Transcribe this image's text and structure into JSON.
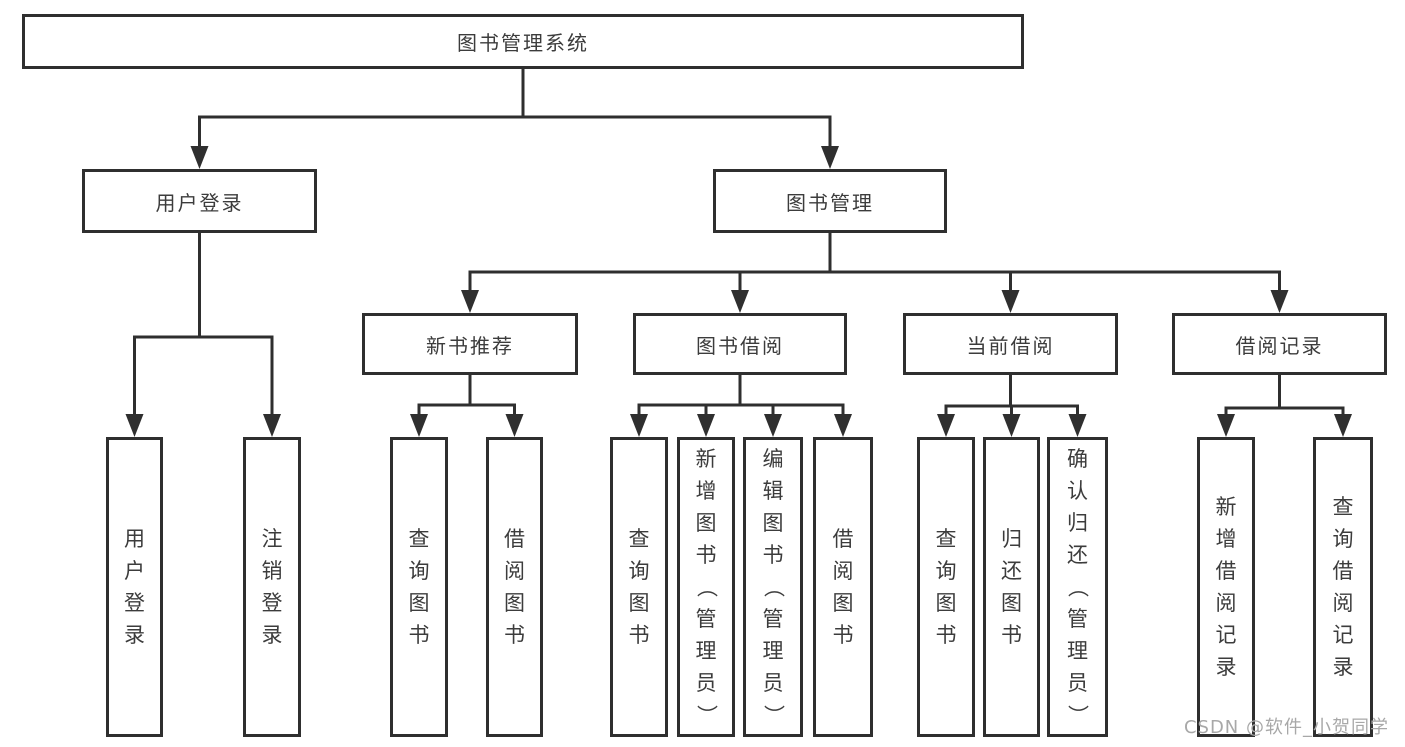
{
  "diagram_title": "图书管理系统",
  "watermark": "CSDN @软件_小贺同学",
  "colors": {
    "line": "#2f2f2f",
    "text": "#3c3c3c",
    "background": "#ffffff",
    "watermark": "#a8a8a8"
  },
  "nodes": [
    {
      "id": "root",
      "label": "图书管理系统",
      "parent": null,
      "orientation": "horizontal"
    },
    {
      "id": "user-login",
      "label": "用户登录",
      "parent": "root",
      "orientation": "horizontal"
    },
    {
      "id": "book-management",
      "label": "图书管理",
      "parent": "root",
      "orientation": "horizontal"
    },
    {
      "id": "new-book-recommend",
      "label": "新书推荐",
      "parent": "book-management",
      "orientation": "horizontal"
    },
    {
      "id": "book-borrowing",
      "label": "图书借阅",
      "parent": "book-management",
      "orientation": "horizontal"
    },
    {
      "id": "current-borrowing",
      "label": "当前借阅",
      "parent": "book-management",
      "orientation": "horizontal"
    },
    {
      "id": "borrow-records",
      "label": "借阅记录",
      "parent": "book-management",
      "orientation": "horizontal"
    },
    {
      "id": "leaf-user-login",
      "label": "用户登录",
      "parent": "user-login",
      "orientation": "vertical"
    },
    {
      "id": "leaf-logout",
      "label": "注销登录",
      "parent": "user-login",
      "orientation": "vertical"
    },
    {
      "id": "leaf-nbr-query-books",
      "label": "查询图书",
      "parent": "new-book-recommend",
      "orientation": "vertical"
    },
    {
      "id": "leaf-nbr-borrow-books",
      "label": "借阅图书",
      "parent": "new-book-recommend",
      "orientation": "vertical"
    },
    {
      "id": "leaf-bb-query-books",
      "label": "查询图书",
      "parent": "book-borrowing",
      "orientation": "vertical"
    },
    {
      "id": "leaf-bb-add-books",
      "label": "新增图书（管理员）",
      "parent": "book-borrowing",
      "orientation": "vertical"
    },
    {
      "id": "leaf-bb-edit-books",
      "label": "编辑图书（管理员）",
      "parent": "book-borrowing",
      "orientation": "vertical"
    },
    {
      "id": "leaf-bb-borrow-books",
      "label": "借阅图书",
      "parent": "book-borrowing",
      "orientation": "vertical"
    },
    {
      "id": "leaf-cb-query-books",
      "label": "查询图书",
      "parent": "current-borrowing",
      "orientation": "vertical"
    },
    {
      "id": "leaf-cb-return-books",
      "label": "归还图书",
      "parent": "current-borrowing",
      "orientation": "vertical"
    },
    {
      "id": "leaf-cb-confirm-return",
      "label": "确认归还（管理员）",
      "parent": "current-borrowing",
      "orientation": "vertical"
    },
    {
      "id": "leaf-br-add-record",
      "label": "新增借阅记录",
      "parent": "borrow-records",
      "orientation": "vertical"
    },
    {
      "id": "leaf-br-query-record",
      "label": "查询借阅记录",
      "parent": "borrow-records",
      "orientation": "vertical"
    }
  ]
}
